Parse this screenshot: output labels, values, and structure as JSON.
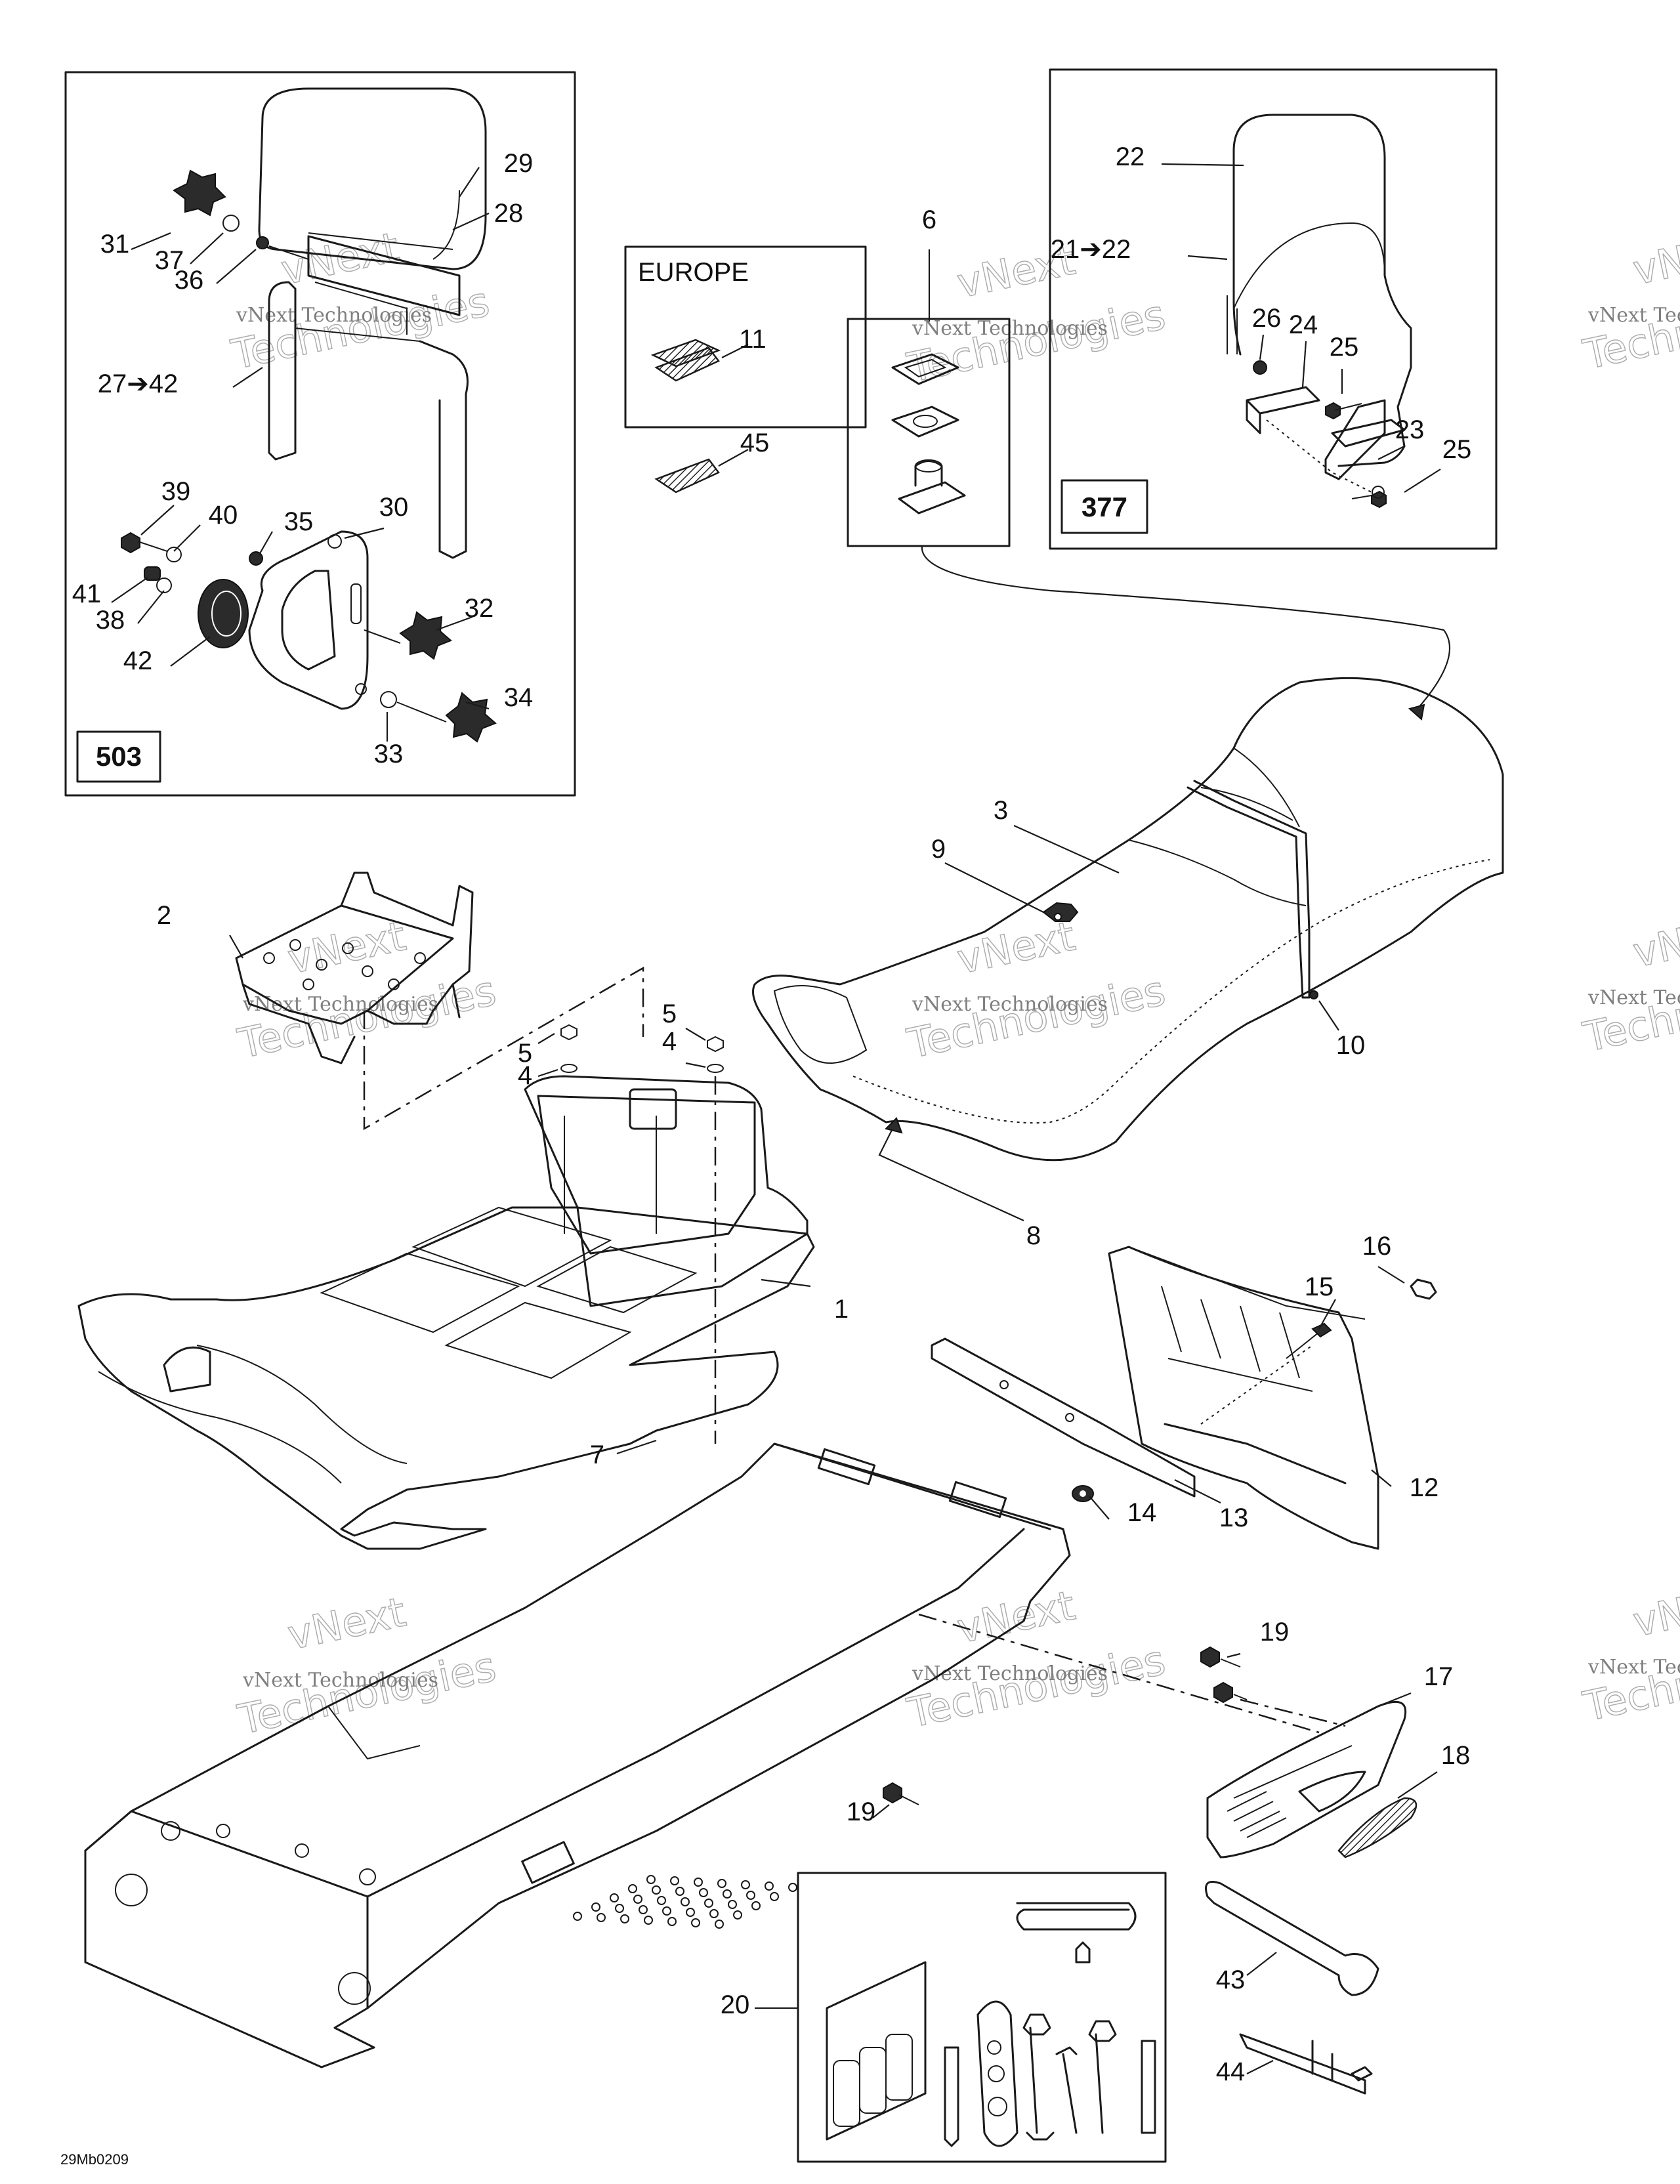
{
  "figure": {
    "drawing_number": "29Mb0209",
    "watermark": {
      "line1": "vNext Technologies",
      "line2": "vNext",
      "line3": "Technologies"
    }
  },
  "boxes": {
    "backrest_kit": {
      "label": "503"
    },
    "passenger_kit": {
      "label": "377"
    },
    "europe": {
      "label": "EUROPE"
    }
  },
  "callouts": [
    {
      "id": "1",
      "text": "1"
    },
    {
      "id": "2",
      "text": "2"
    },
    {
      "id": "3",
      "text": "3"
    },
    {
      "id": "4a",
      "text": "4"
    },
    {
      "id": "4b",
      "text": "4"
    },
    {
      "id": "5a",
      "text": "5"
    },
    {
      "id": "5b",
      "text": "5"
    },
    {
      "id": "6",
      "text": "6"
    },
    {
      "id": "7",
      "text": "7"
    },
    {
      "id": "8",
      "text": "8"
    },
    {
      "id": "9",
      "text": "9"
    },
    {
      "id": "10",
      "text": "10"
    },
    {
      "id": "11",
      "text": "11"
    },
    {
      "id": "12",
      "text": "12"
    },
    {
      "id": "13",
      "text": "13"
    },
    {
      "id": "14",
      "text": "14"
    },
    {
      "id": "15",
      "text": "15"
    },
    {
      "id": "16",
      "text": "16"
    },
    {
      "id": "17",
      "text": "17"
    },
    {
      "id": "18",
      "text": "18"
    },
    {
      "id": "19a",
      "text": "19"
    },
    {
      "id": "19b",
      "text": "19"
    },
    {
      "id": "20",
      "text": "20"
    },
    {
      "id": "21",
      "text": "21➔22"
    },
    {
      "id": "22",
      "text": "22"
    },
    {
      "id": "23",
      "text": "23"
    },
    {
      "id": "24",
      "text": "24"
    },
    {
      "id": "25a",
      "text": "25"
    },
    {
      "id": "25b",
      "text": "25"
    },
    {
      "id": "26",
      "text": "26"
    },
    {
      "id": "27",
      "text": "27➔42"
    },
    {
      "id": "28",
      "text": "28"
    },
    {
      "id": "29",
      "text": "29"
    },
    {
      "id": "30",
      "text": "30"
    },
    {
      "id": "31",
      "text": "31"
    },
    {
      "id": "32",
      "text": "32"
    },
    {
      "id": "33",
      "text": "33"
    },
    {
      "id": "34",
      "text": "34"
    },
    {
      "id": "35",
      "text": "35"
    },
    {
      "id": "36",
      "text": "36"
    },
    {
      "id": "37",
      "text": "37"
    },
    {
      "id": "38",
      "text": "38"
    },
    {
      "id": "39",
      "text": "39"
    },
    {
      "id": "40",
      "text": "40"
    },
    {
      "id": "41",
      "text": "41"
    },
    {
      "id": "42",
      "text": "42"
    },
    {
      "id": "43",
      "text": "43"
    },
    {
      "id": "44",
      "text": "44"
    },
    {
      "id": "45",
      "text": "45"
    }
  ]
}
